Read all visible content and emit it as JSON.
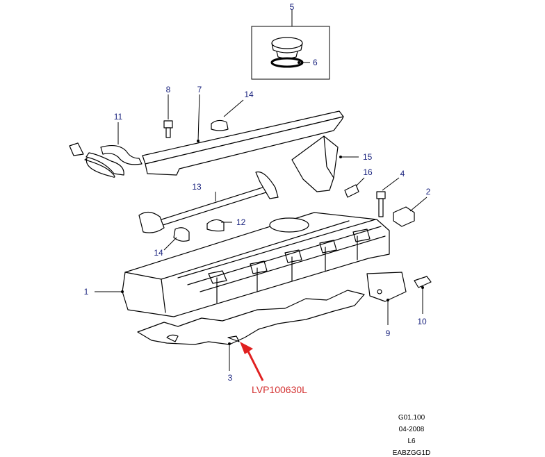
{
  "callouts": {
    "c1": "1",
    "c2": "2",
    "c3": "3",
    "c4": "4",
    "c5": "5",
    "c6": "6",
    "c7": "7",
    "c8": "8",
    "c9": "9",
    "c10": "10",
    "c11": "11",
    "c12": "12",
    "c13": "13",
    "c14a": "14",
    "c14b": "14",
    "c15": "15",
    "c16": "16"
  },
  "annotation": {
    "part_number": "LVP100630L",
    "arrow_color": "#e02020"
  },
  "footer": {
    "sheet": "G01.100",
    "date": "04-2008",
    "engine": "L6",
    "ref": "EABZGG1D"
  },
  "colors": {
    "callout_text": "#1a237e",
    "line": "#000000"
  }
}
